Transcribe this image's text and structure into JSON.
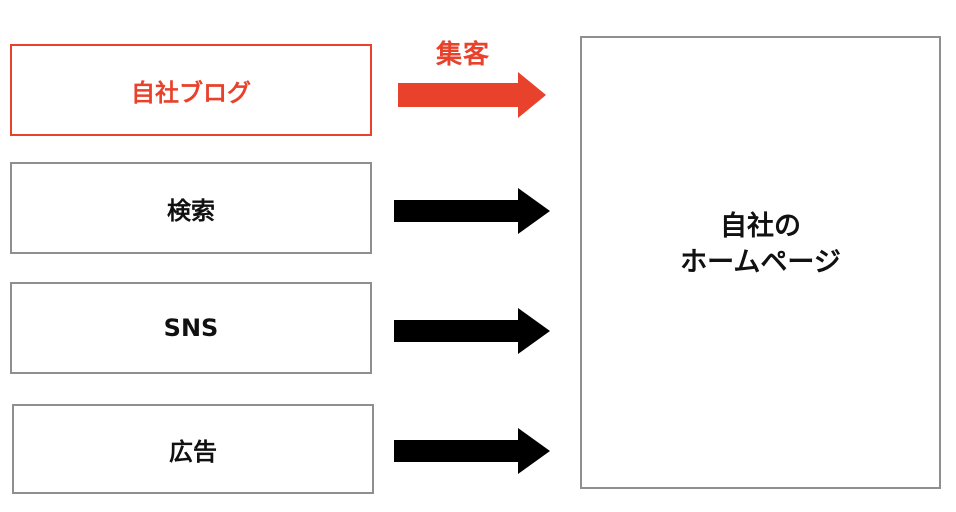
{
  "sources": [
    {
      "label": "自社ブログ",
      "highlight": true
    },
    {
      "label": "検索",
      "highlight": false
    },
    {
      "label": "SNS",
      "highlight": false
    },
    {
      "label": "広告",
      "highlight": false
    }
  ],
  "flow_label": "集客",
  "target": {
    "line1": "自社の",
    "line2": "ホームページ"
  },
  "colors": {
    "highlight": "#e8422c",
    "default_text": "#111111",
    "border": "#8f8f8f",
    "arrow_default": "#000000"
  }
}
